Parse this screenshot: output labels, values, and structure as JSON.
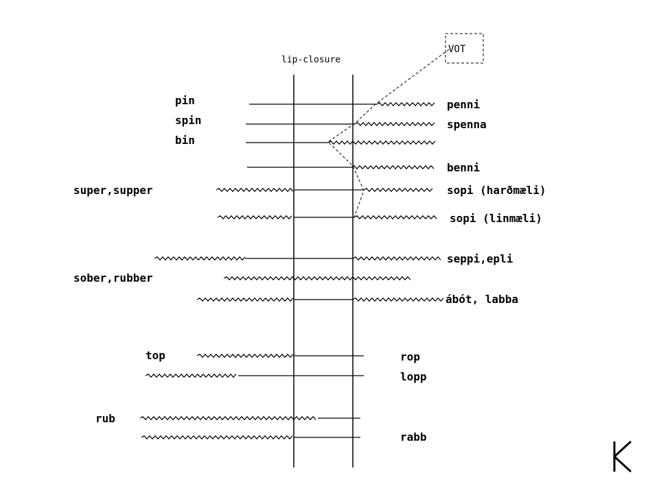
{
  "header_label": "lip-closure",
  "vot_label": "VOT",
  "labels": {
    "pin": "pin",
    "spin": "spin",
    "bin": "bin",
    "super_supper": "super,supper",
    "sober_rubber": "sober,rubber",
    "top": "top",
    "rub": "rub",
    "penni": "penni",
    "spenna": "spenna",
    "benni": "benni",
    "sopi_hard": "sopi (harðmæli)",
    "sopi_lin": "sopi (linmæli)",
    "seppi_epli": "seppi,epli",
    "abot_labba": "ábót, labba",
    "rop": "rop",
    "lopp": "lopp",
    "rabb": "rabb"
  },
  "colors": {
    "ink": "#000000",
    "background": "#ffffff"
  },
  "corner_logo": "logo-icon"
}
